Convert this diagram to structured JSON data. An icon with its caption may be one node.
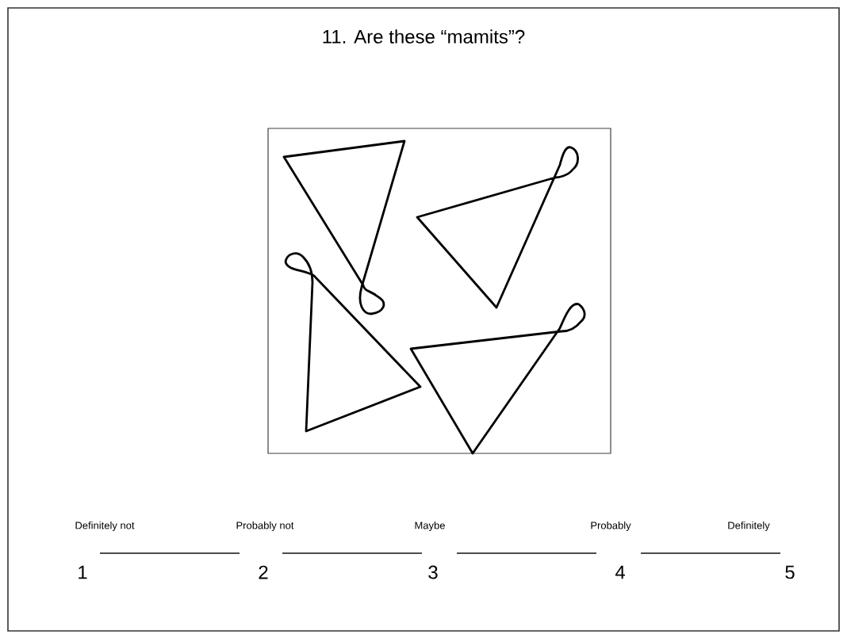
{
  "diagram": {
    "title": "11. Are these “mamits”?",
    "labels": [
      "Definitely not",
      "Probably not",
      "Maybe",
      "Probably",
      "Definitely",
      "1",
      "2",
      "3",
      "4",
      "5"
    ]
  }
}
